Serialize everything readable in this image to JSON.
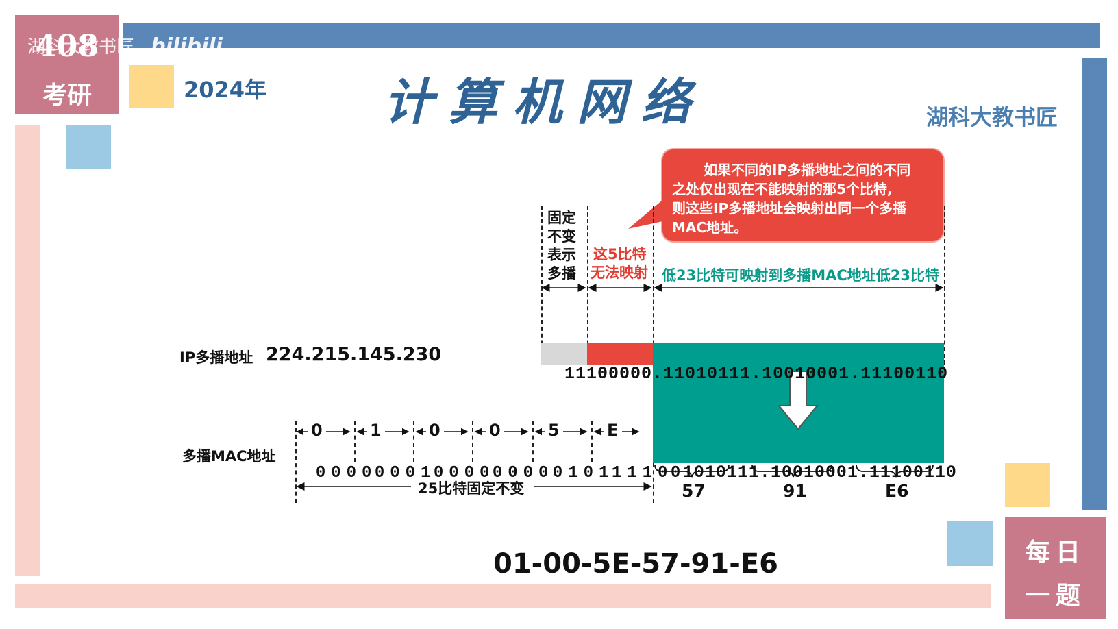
{
  "watermark": {
    "channel": "湖科大教书匠",
    "site": "bilibili"
  },
  "badge_top_left": {
    "line1": "408",
    "line2": "考研"
  },
  "badge_bottom_right": {
    "line1": "每日",
    "line2": "一题"
  },
  "year": "2024年",
  "title": "计算机网络",
  "author": "湖科大教书匠",
  "callout": {
    "text_lines": [
      "如果不同的IP多播地址之间的不同",
      "之处仅出现在不能映射的那5个比特,",
      "则这些IP多播地址会映射出同一个多播",
      "MAC地址。"
    ]
  },
  "section_labels": {
    "fixed": [
      "固定",
      "不变",
      "表示",
      "多播"
    ],
    "unmappable": [
      "这5比特",
      "无法映射"
    ],
    "mappable": "低23比特可映射到多播MAC地址低23比特"
  },
  "ip_row": {
    "label": "IP多播地址",
    "address": "224.215.145.230",
    "bits_fixed": "1110",
    "bits_unmapped": "0000.1",
    "bits_mapped": "1010111.10010001.11100110"
  },
  "mac_row": {
    "label": "多播MAC地址",
    "hex_digits": [
      "0",
      "1",
      "0",
      "0",
      "5",
      "E"
    ],
    "nibbles": [
      "0000",
      "0001",
      "0000",
      "0000",
      "0101",
      "1110"
    ],
    "bit_after_prefix": "0",
    "bits_mapped": "1010111.10010001.11100110",
    "fixed_label": "25比特固定不变",
    "byte_hex": [
      "57",
      "91",
      "E6"
    ]
  },
  "result": "01-00-5E-57-91-E6",
  "colors": {
    "badge": "#c97a8a",
    "blue_bar": "#5b86b8",
    "pink_bar": "#f9d2cc",
    "yellow_square": "#ffd98a",
    "lightblue_square": "#9cc9e3",
    "title_blue": "#2f6396",
    "teal": "#009e8e",
    "red": "#e8473d",
    "gray_fixed": "#d8d8d8",
    "teal_text": "#0a9a8a",
    "red_text": "#e23d33"
  }
}
